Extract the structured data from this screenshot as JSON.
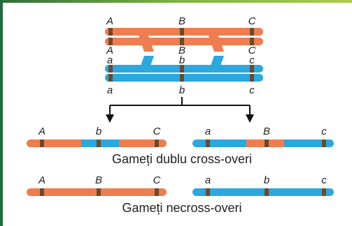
{
  "colors": {
    "orange": "#ef7d4f",
    "blue": "#2aa8df",
    "band": "#6b4a2e",
    "border_top": "#6aa83c",
    "border_left": "#1f6a3a",
    "arrow": "#111111"
  },
  "crossover": {
    "row1_labels": [
      "A",
      "B",
      "C"
    ],
    "row2_labels": [
      "A",
      "B",
      "C"
    ],
    "row3_labels": [
      "a",
      "b",
      "c"
    ],
    "row4_labels": [
      "a",
      "b",
      "c"
    ]
  },
  "gametes_double": {
    "left_labels": [
      "A",
      "b",
      "C"
    ],
    "right_labels": [
      "a",
      "B",
      "c"
    ],
    "caption": "Gameți dublu cross-overi"
  },
  "gametes_non": {
    "left_labels": [
      "A",
      "B",
      "C"
    ],
    "right_labels": [
      "a",
      "b",
      "c"
    ],
    "caption": "Gameți necross-overi"
  }
}
